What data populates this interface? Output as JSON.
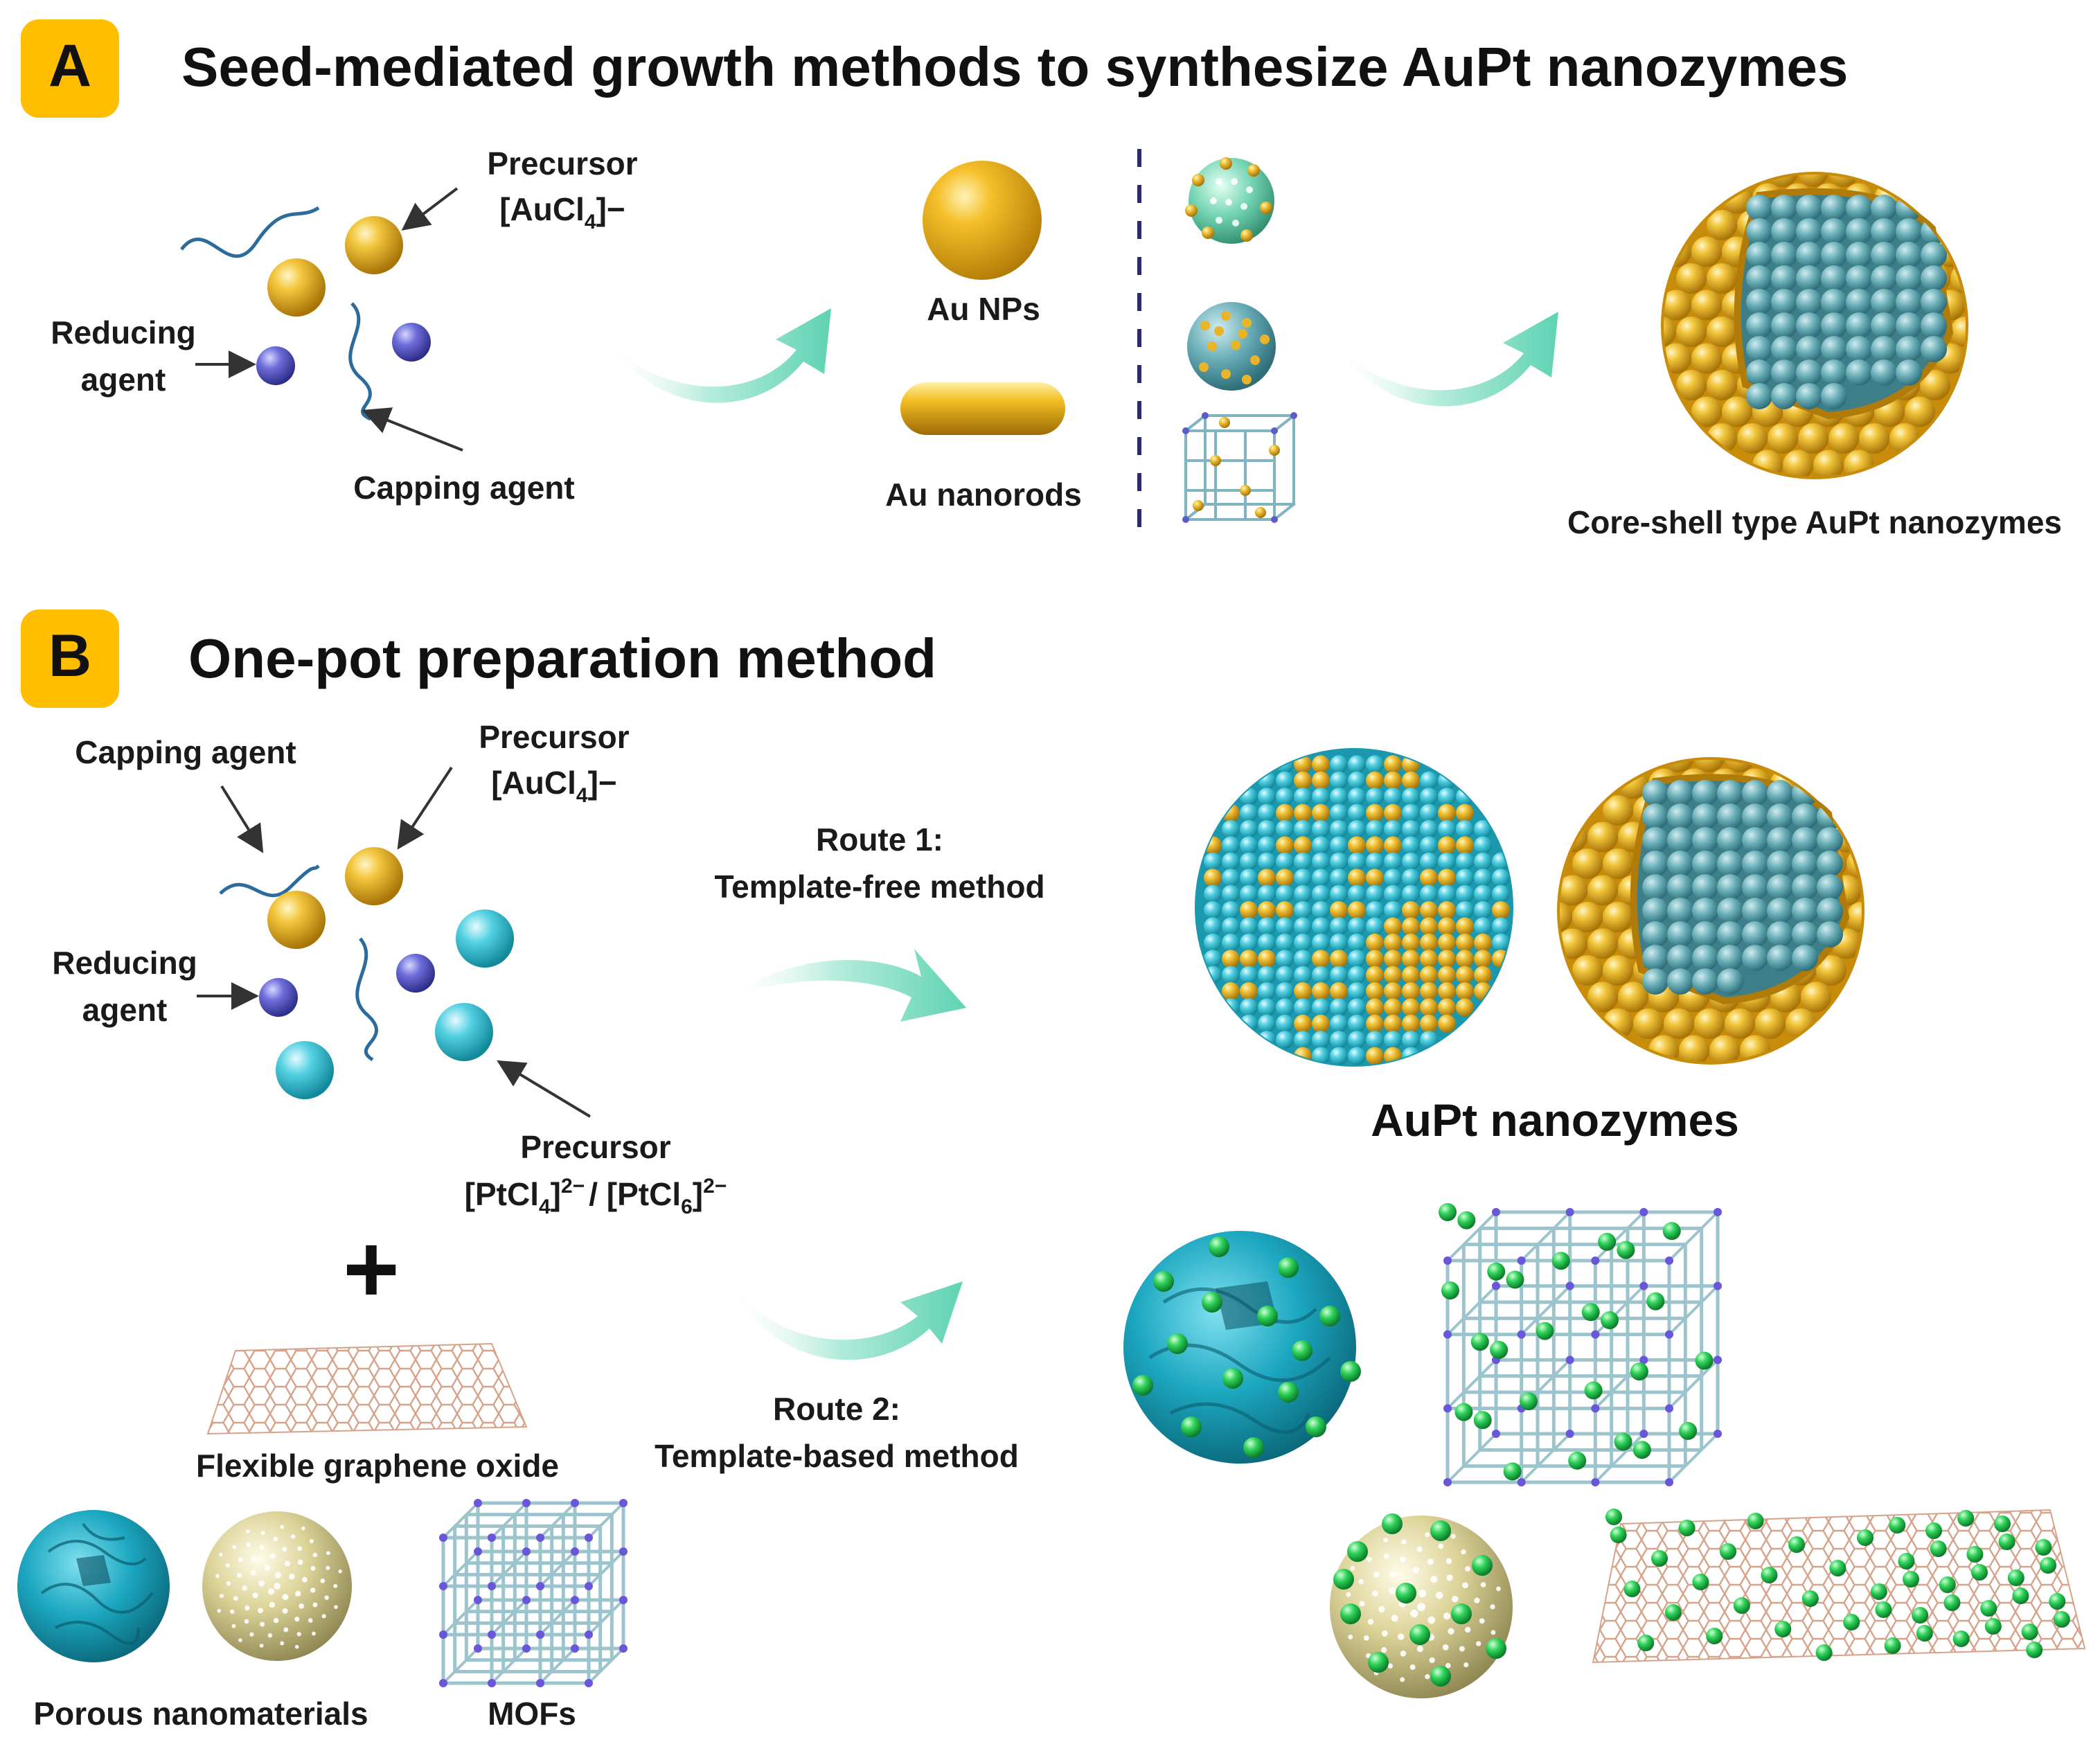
{
  "panel_a": {
    "badge": "A",
    "title": "Seed-mediated growth methods to synthesize AuPt nanozymes",
    "precursor_label": "Precursor",
    "precursor_formula_prefix": "[AuCl",
    "precursor_formula_sub": "4",
    "precursor_formula_suffix": "]−",
    "reducing_agent_line1": "Reducing",
    "reducing_agent_line2": "agent",
    "capping_agent": "Capping agent",
    "au_nps": "Au NPs",
    "au_nanorods": "Au nanorods",
    "core_shell": "Core-shell type AuPt nanozymes"
  },
  "panel_b": {
    "badge": "B",
    "title": "One-pot preparation method",
    "capping_agent": "Capping agent",
    "precursor_au_label": "Precursor",
    "precursor_au_prefix": "[AuCl",
    "precursor_au_sub": "4",
    "precursor_au_suffix": "]−",
    "reducing_agent_line1": "Reducing",
    "reducing_agent_line2": "agent",
    "precursor_pt_label": "Precursor",
    "pt_a_prefix": "[PtCl",
    "pt_a_sub": "4",
    "pt_a_sup": "2−",
    "pt_sep": "/ [PtCl",
    "pt_b_sub": "6",
    "pt_b_sup": "2−",
    "plus": "+",
    "route1_line1": "Route 1:",
    "route1_line2": "Template-free method",
    "route2_line1": "Route 2:",
    "route2_line2": "Template-based method",
    "aupt_nanozymes": "AuPt nanozymes",
    "graphene_oxide": "Flexible graphene oxide",
    "porous_nanomaterials": "Porous nanomaterials",
    "mofs": "MOFs"
  },
  "colors": {
    "badge_bg": "#FFBF00",
    "gold": "#E2A71A",
    "teal_core": "#5FA3AF",
    "cyan": "#3DC6DA",
    "purple": "#5C5CC8",
    "green": "#22C44A",
    "cream": "#D8CF8A",
    "arrow": "#8FE0C8",
    "graphene": "#D8A890",
    "mof_bar": "#9CC4CC"
  },
  "icons": {
    "wave": "capping-agent-wave-icon",
    "sphere": "nanoparticle-sphere-icon",
    "arrow": "curved-process-arrow-icon"
  }
}
